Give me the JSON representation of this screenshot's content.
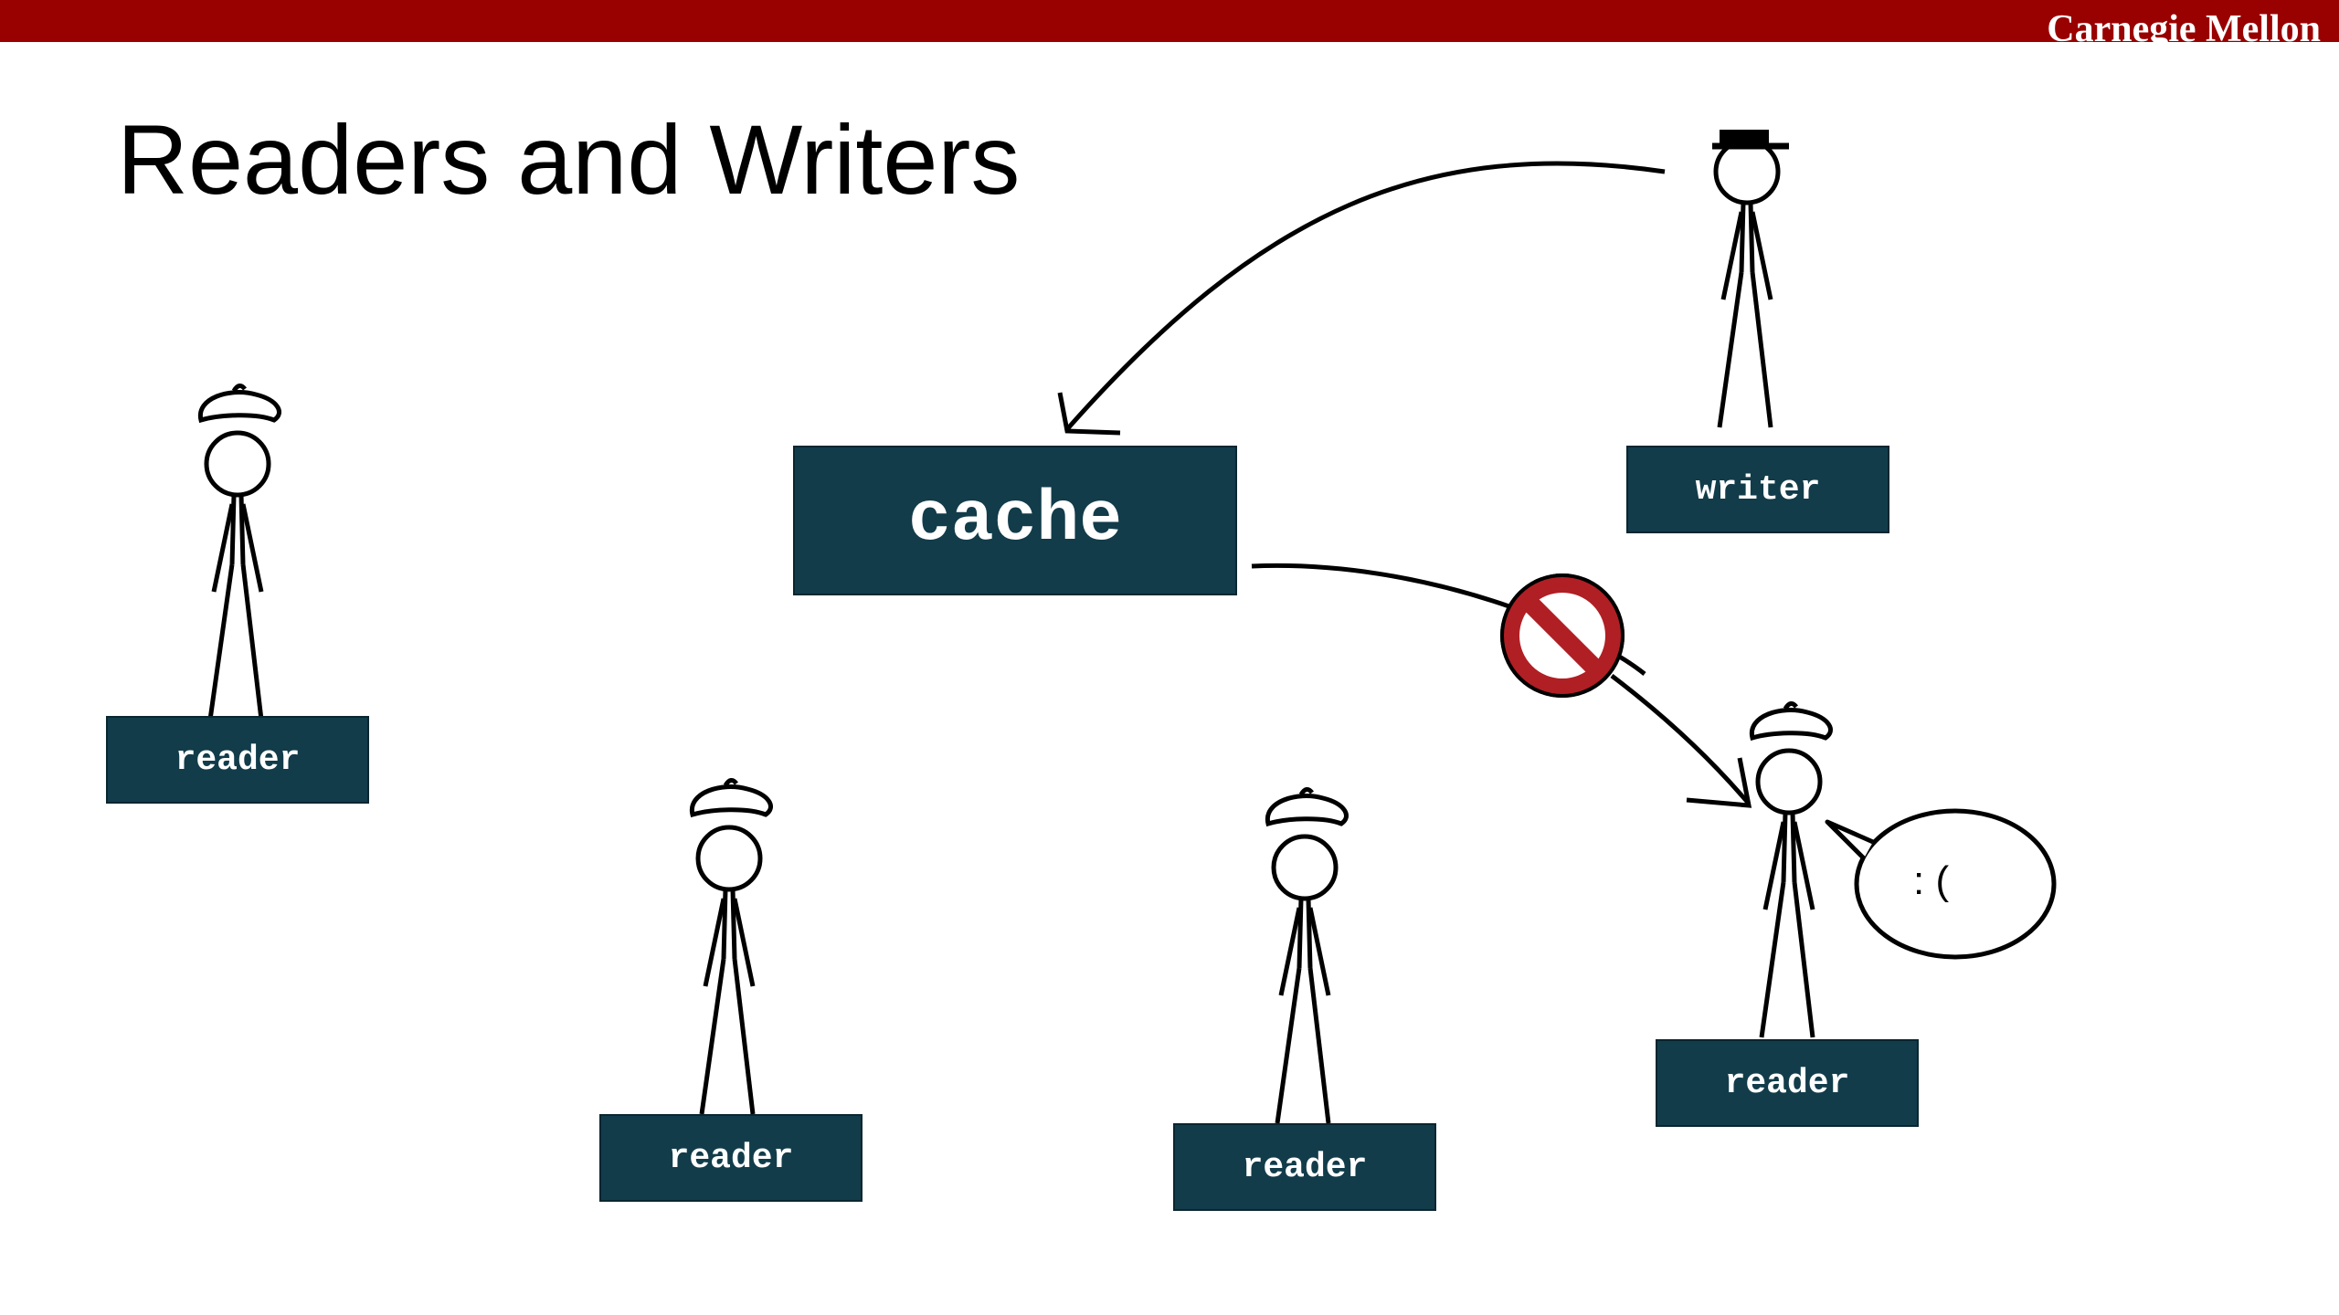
{
  "header": {
    "brand": "Carnegie Mellon"
  },
  "slide": {
    "title": "Readers and Writers"
  },
  "diagram": {
    "cache_label": "cache",
    "writer_label": "writer",
    "reader_label": "reader",
    "bubble_text": ": ("
  },
  "colors": {
    "bar": "#990000",
    "box": "#123c4a",
    "no_sign": "#b01f24"
  }
}
